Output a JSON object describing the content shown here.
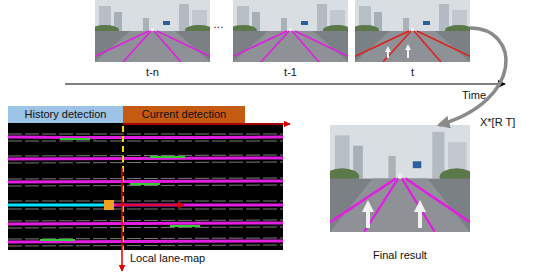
{
  "diagram": {
    "nodes": [
      {
        "text": [
          "t-n"
        ]
      },
      {
        "text": [
          "t-1"
        ]
      },
      {
        "text": [
          "t"
        ]
      },
      {
        "text": [
          "History detection"
        ]
      },
      {
        "text": [
          "Current detection"
        ]
      },
      {
        "text": [
          "Local lane-map"
        ]
      },
      {
        "text": [
          "Final result"
        ]
      }
    ],
    "edges": [
      {
        "from": 2,
        "to": 6,
        "arrow": "to",
        "label": "X*[R T]"
      }
    ],
    "labels": [
      "…",
      "Time"
    ]
  }
}
